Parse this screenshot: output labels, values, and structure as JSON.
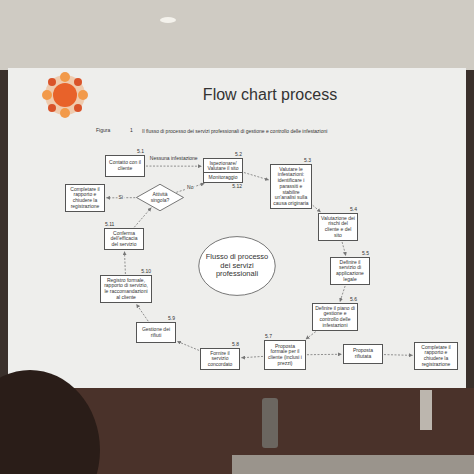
{
  "diagram": {
    "title": "Flow chart process",
    "caption": "Il flusso di processo dei servizi professionali di gestione e controllo delle infestazioni",
    "nodes": [
      {
        "text": [
          "5.1",
          "Contatto con il cliente"
        ]
      },
      {
        "text": [
          "5.2",
          "Ispezionare/ Valutare il sito"
        ]
      },
      {
        "text": [
          "5.12",
          "Monitoraggio"
        ]
      },
      {
        "text": [
          "Attività singola?"
        ]
      },
      {
        "text": [
          "Completare il rapporto e chiudere la registrazione"
        ]
      },
      {
        "text": [
          "5.3",
          "Valutare le infestazioni: identificare i parassiti e stabilire un'analisi sulla causa originaria"
        ]
      },
      {
        "text": [
          "5.4",
          "Valutazione dei rischi del cliente e del sito"
        ]
      },
      {
        "text": [
          "5.5",
          "Definire il servizio di applicazione legale"
        ]
      },
      {
        "text": [
          "5.6",
          "Definire il piano di gestione e controllo delle infestazioni"
        ]
      },
      {
        "text": [
          "5.7",
          "Proposta formale per il cliente (inclusi i prezzi)"
        ]
      },
      {
        "text": [
          "Proposta rifiutata"
        ]
      },
      {
        "text": [
          "Completare il rapporto e chiudere la registrazione"
        ]
      },
      {
        "text": [
          "5.8",
          "Fornire il servizio concordato"
        ]
      },
      {
        "text": [
          "5.9",
          "Gestione dei rifiuti"
        ]
      },
      {
        "text": [
          "5.10",
          "Registro formale, rapporto di servizio, le raccomandazioni al cliente"
        ]
      },
      {
        "text": [
          "5.11",
          "Conferma dell'efficacia del servizio"
        ]
      },
      {
        "text": [
          "Flusso di processo dei servizi professionali"
        ]
      }
    ],
    "edges": [
      {
        "from": 0,
        "to": 1,
        "arrow": "to",
        "label": "Nessuna infestazione"
      },
      {
        "from": 1,
        "to": 5,
        "arrow": "to"
      },
      {
        "from": 5,
        "to": 6,
        "arrow": "to"
      },
      {
        "from": 6,
        "to": 7,
        "arrow": "to"
      },
      {
        "from": 7,
        "to": 8,
        "arrow": "to"
      },
      {
        "from": 8,
        "to": 9,
        "arrow": "to"
      },
      {
        "from": 9,
        "to": 10,
        "arrow": "to"
      },
      {
        "from": 10,
        "to": 11,
        "arrow": "to"
      },
      {
        "from": 9,
        "to": 12,
        "arrow": "to"
      },
      {
        "from": 12,
        "to": 13,
        "arrow": "to"
      },
      {
        "from": 13,
        "to": 14,
        "arrow": "to"
      },
      {
        "from": 14,
        "to": 15,
        "arrow": "to"
      },
      {
        "from": 15,
        "to": 3,
        "arrow": "to"
      },
      {
        "from": 3,
        "to": 4,
        "arrow": "to",
        "label": "Sì"
      },
      {
        "from": 3,
        "to": 2,
        "arrow": "to",
        "label": "No"
      }
    ],
    "labels": [
      "Figura",
      "1"
    ]
  }
}
